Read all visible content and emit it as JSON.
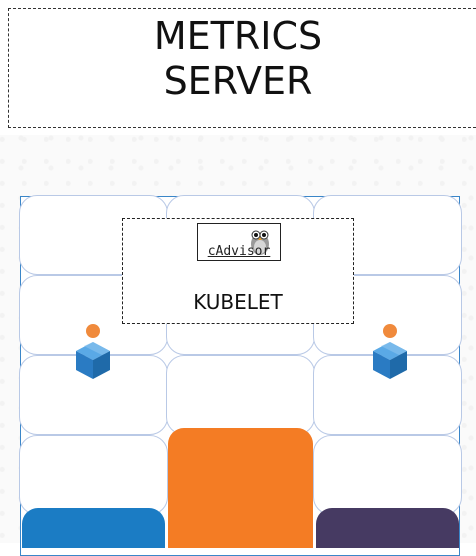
{
  "metrics_server": {
    "line1": "METRICS",
    "line2": "SERVER"
  },
  "kubelet": {
    "label": "KUBELET"
  },
  "cadvisor": {
    "logo_text": "cAdvisor"
  },
  "icons": {
    "left_pod": "package-box-icon",
    "right_pod": "package-box-icon",
    "owl": "owl-icon"
  },
  "colors": {
    "orange": "#f47c24",
    "blue": "#1b7cc4",
    "purple": "#463a62",
    "frame_blue": "#3a86c8",
    "pod_blue": "#2a7bc3",
    "pod_orange": "#f08a3c"
  }
}
